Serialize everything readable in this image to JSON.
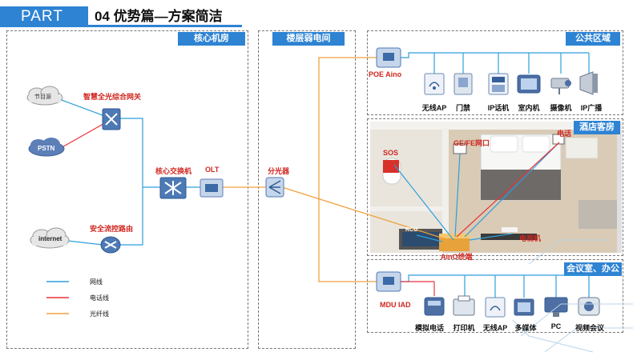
{
  "header": {
    "part": "PART",
    "title": "04 优势篇—方案简洁"
  },
  "zones": {
    "core_room": "核心机房",
    "floor_room": "楼层弱电间",
    "public_area": "公共区域",
    "hotel_room": "酒店客房",
    "meeting_office": "会议室、办公室"
  },
  "core": {
    "program_source": "节目源",
    "pstn": "PSTN",
    "internet": "internet",
    "gateway": "智慧全光综合网关",
    "core_switch": "核心交换机",
    "olt": "OLT",
    "secure_router": "安全流控路由"
  },
  "floor": {
    "splitter": "分光器"
  },
  "public": {
    "poe": "POE Aino",
    "devices": [
      "无线AP",
      "门禁",
      "IP话机",
      "室内机",
      "摄像机",
      "IP广播"
    ]
  },
  "room": {
    "sos": "SOS",
    "ge_fe": "GE/FE网口",
    "phone": "电话",
    "rcu": "RCU",
    "tv": "电视机",
    "aino_terminal": "AinO终端"
  },
  "meeting": {
    "mdu": "MDU IAD",
    "devices": [
      "模拟电话",
      "打印机",
      "无线AP",
      "多媒体",
      "PC",
      "视频会议"
    ]
  },
  "legend": [
    {
      "label": "网线",
      "color": "#2e9fdc"
    },
    {
      "label": "电话线",
      "color": "#e8323c"
    },
    {
      "label": "光纤线",
      "color": "#f2a03d"
    }
  ]
}
